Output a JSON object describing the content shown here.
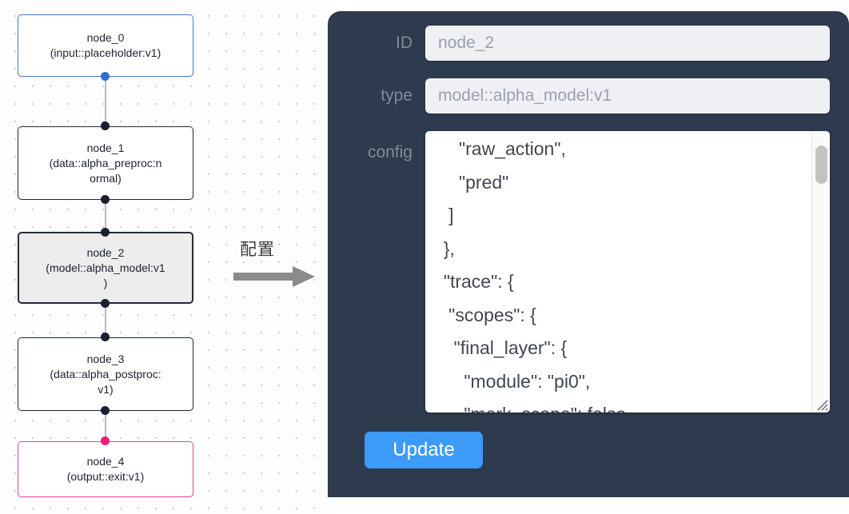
{
  "canvas": {
    "nodes": [
      {
        "id": "node_0",
        "type_line": "(input::placeholder:v1)",
        "variant": "input"
      },
      {
        "id": "node_1",
        "type_line": "(data::alpha_preproc:n\normal)",
        "variant": "default"
      },
      {
        "id": "node_2",
        "type_line": "(model::alpha_model:v1\n)",
        "variant": "selected"
      },
      {
        "id": "node_3",
        "type_line": "(data::alpha_postproc:\nv1)",
        "variant": "default"
      },
      {
        "id": "node_4",
        "type_line": "(output::exit:v1)",
        "variant": "output"
      }
    ],
    "colors": {
      "input_border": "#4a79c8",
      "output_border": "#e0489a",
      "default_border": "#222833",
      "selected_fill": "#ededed",
      "edge": "#b9bcc2",
      "handle": "#1b2030",
      "handle_input": "#2f6fd0",
      "handle_output": "#ea1e79"
    }
  },
  "annotation": {
    "label": "配置",
    "arrow_color": "#8b8b8b"
  },
  "panel": {
    "background": "#2e3a4d",
    "fields": [
      {
        "label": "ID",
        "value": "node_2"
      },
      {
        "label": "type",
        "value": "model::alpha_model:v1"
      }
    ],
    "config": {
      "label": "config",
      "value": "     \"raw_action\",\n     \"pred\"\n   ]\n  },\n  \"trace\": {\n   \"scopes\": {\n    \"final_layer\": {\n      \"module\": \"pi0\",\n      \"mark_scope\": false\n    },\n    \"action_model\": {"
    },
    "update_button": {
      "label": "Update",
      "color": "#3d9bf7"
    }
  }
}
